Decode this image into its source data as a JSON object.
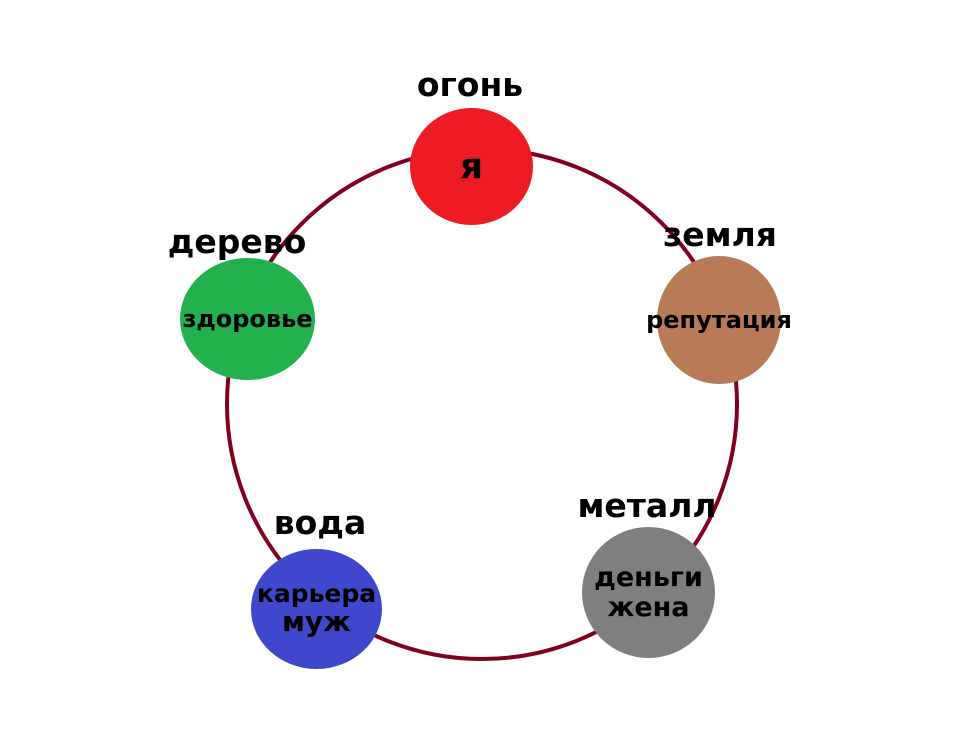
{
  "diagram": {
    "ring_color": "#800020",
    "nodes": [
      {
        "id": "fire",
        "element": "огонь",
        "lines": [
          "я"
        ],
        "color": "#ed1c24"
      },
      {
        "id": "earth",
        "element": "земля",
        "lines": [
          "репутация"
        ],
        "color": "#b97a57"
      },
      {
        "id": "metal",
        "element": "металл",
        "lines": [
          "деньги",
          "жена"
        ],
        "color": "#7f7f7f"
      },
      {
        "id": "water",
        "element": "вода",
        "lines": [
          "карьера",
          "муж"
        ],
        "color": "#3f48cc"
      },
      {
        "id": "wood",
        "element": "дерево",
        "lines": [
          "здоровье"
        ],
        "color": "#22b14c"
      }
    ]
  }
}
